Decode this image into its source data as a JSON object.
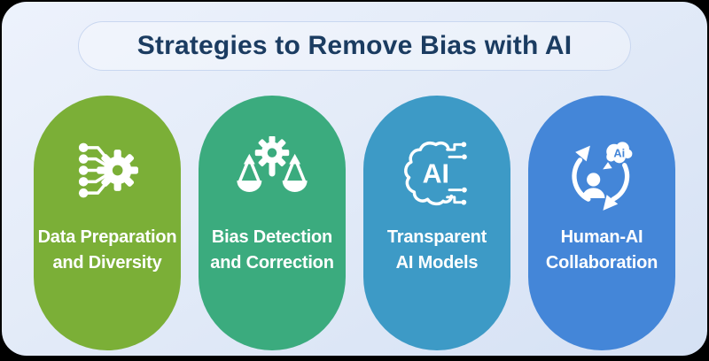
{
  "title": "Strategies to Remove Bias with AI",
  "colors": {
    "frame_bg_top": "#EDF2FC",
    "frame_bg_bottom": "#D5E1F4",
    "title_text": "#1B3C61",
    "title_box_border": "#C9D7F0",
    "card_text": "#FFFFFF"
  },
  "cards": [
    {
      "id": "data-preparation",
      "line1": "Data Preparation",
      "line2": "and Diversity",
      "icon": "data-branches-gear-icon",
      "color": "#7BAF37"
    },
    {
      "id": "bias-detection",
      "line1": "Bias Detection",
      "line2": "and Correction",
      "icon": "balance-scale-gear-icon",
      "color": "#3BAB7E"
    },
    {
      "id": "transparent-ai",
      "line1": "Transparent",
      "line2": "AI Models",
      "icon": "ai-brain-circuit-icon",
      "color": "#3D9AC6",
      "icon_text": "AI"
    },
    {
      "id": "human-ai",
      "line1": "Human-AI",
      "line2": "Collaboration",
      "icon": "human-ai-cycle-icon",
      "color": "#4486D8",
      "icon_text": "Ai"
    }
  ]
}
